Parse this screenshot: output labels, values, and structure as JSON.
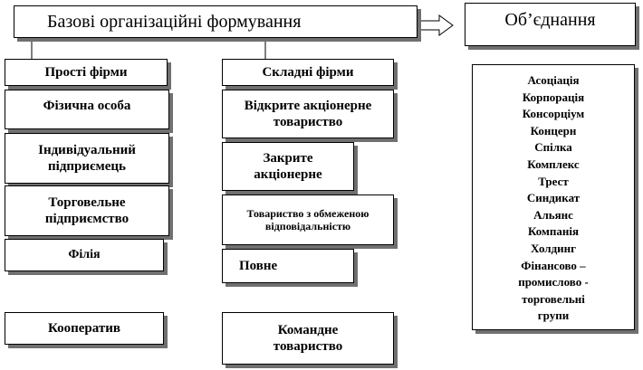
{
  "header": {
    "title": "Базові організаційні формування"
  },
  "union": {
    "title": "Об’єднання"
  },
  "simple_firms": {
    "title": "Прості фірми",
    "items": [
      "Фізична особа",
      "Індивідуальний підприємець",
      "Торговельне підприємство",
      "Філія"
    ]
  },
  "complex_firms": {
    "title": "Складні фірми",
    "items": [
      "Відкрите акціонерне товариство",
      "Закрите акціонерне",
      "Товариство з  обмеженою відповідальністю",
      "Повне"
    ]
  },
  "cooperative": "Кооператив",
  "command_partnership": "Командне товариство",
  "union_types": [
    "Асоціація",
    "Корпорація",
    "Консорціум",
    "Концерн",
    "Спілка",
    "Комплекс",
    "Трест",
    "Синдикат",
    "Альянс",
    "Компанія",
    "Холдинг",
    "Фінансово –",
    "промислово -",
    "торговельні",
    "групи"
  ]
}
